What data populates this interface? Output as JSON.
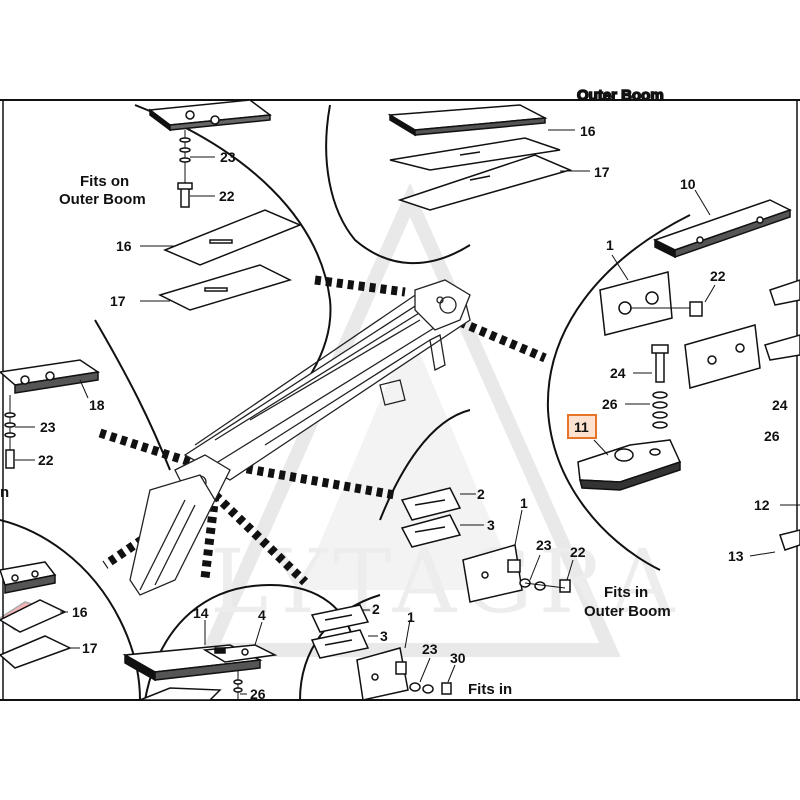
{
  "watermark": "LYTAGRA",
  "top_partial_text": "Outer Boom",
  "captions": {
    "fits_on_outer_boom_line1": "Fits on",
    "fits_on_outer_boom_line2": "Outer Boom",
    "fits_in_outer_boom_line1": "Fits in",
    "fits_in_outer_boom_line2": "Outer Boom",
    "fits_in_bottom": "Fits in",
    "left_edge_partial": "n"
  },
  "highlight": {
    "label": "11",
    "border_color": "#e8742a",
    "fill_color": "#fde3cf"
  },
  "callouts": {
    "tl_23": "23",
    "tl_22": "22",
    "tl_16": "16",
    "tl_17": "17",
    "tc_16": "16",
    "tc_17": "17",
    "l_18": "18",
    "l_23": "23",
    "l_22": "22",
    "bl_16": "16",
    "bl_17": "17",
    "bc_14": "14",
    "bc_4": "4",
    "bc_26": "26",
    "c_2": "2",
    "c_3": "3",
    "c_1": "1",
    "c_23": "23",
    "c_22": "22",
    "b_2": "2",
    "b_3": "3",
    "b_1": "1",
    "b_23": "23",
    "b_30": "30",
    "r_10": "10",
    "r_1": "1",
    "r_22": "22",
    "r_24": "24",
    "r_26": "26",
    "fr_24": "24",
    "fr_26": "26",
    "fr_12": "12",
    "fr_13": "13"
  }
}
